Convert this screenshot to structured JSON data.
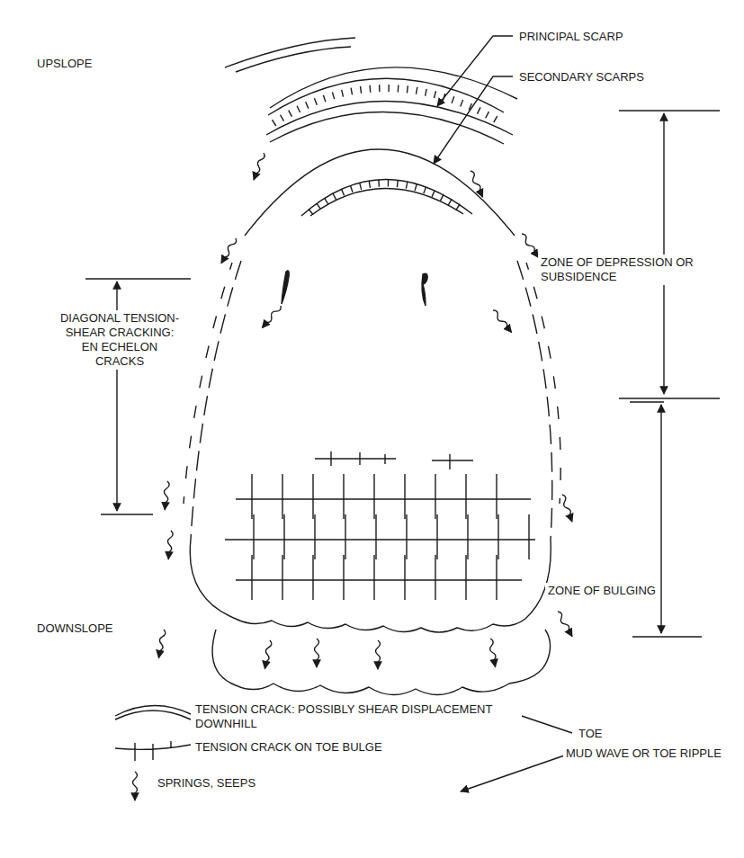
{
  "diagram": {
    "labels": [
      "UPSLOPE",
      "PRINCIPAL SCARP",
      "SECONDARY SCARPS",
      "ZONE OF DEPRESSION OR SUBSIDENCE",
      "DIAGONAL TENSION-SHEAR CRACKING: EN ECHELON CRACKS",
      "ZONE OF BULGING",
      "DOWNSLOPE",
      "TOE",
      "MUD WAVE OR TOE RIPPLE"
    ],
    "legend": [
      {
        "text": "TENSION CRACK: POSSIBLY SHEAR DISPLACEMENT DOWNHILL"
      },
      {
        "text": "TENSION CRACK ON TOE BULGE"
      },
      {
        "text": "SPRINGS, SEEPS"
      }
    ]
  }
}
